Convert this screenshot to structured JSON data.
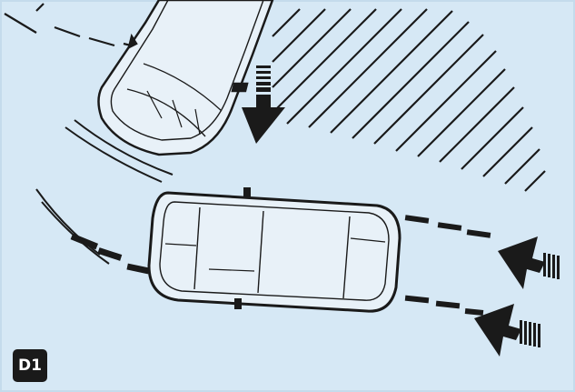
{
  "figure": {
    "label": "D1",
    "colors": {
      "background": "#d6e8f5",
      "ink": "#1a1a1a",
      "car_fill": "#e8f1f8",
      "border": "#cfe2f1"
    },
    "elements": [
      "parked-vehicle",
      "reversing-vehicle",
      "blind-zone-hatching",
      "approach-arrow",
      "rear-traffic-arrows",
      "path-lines"
    ]
  }
}
